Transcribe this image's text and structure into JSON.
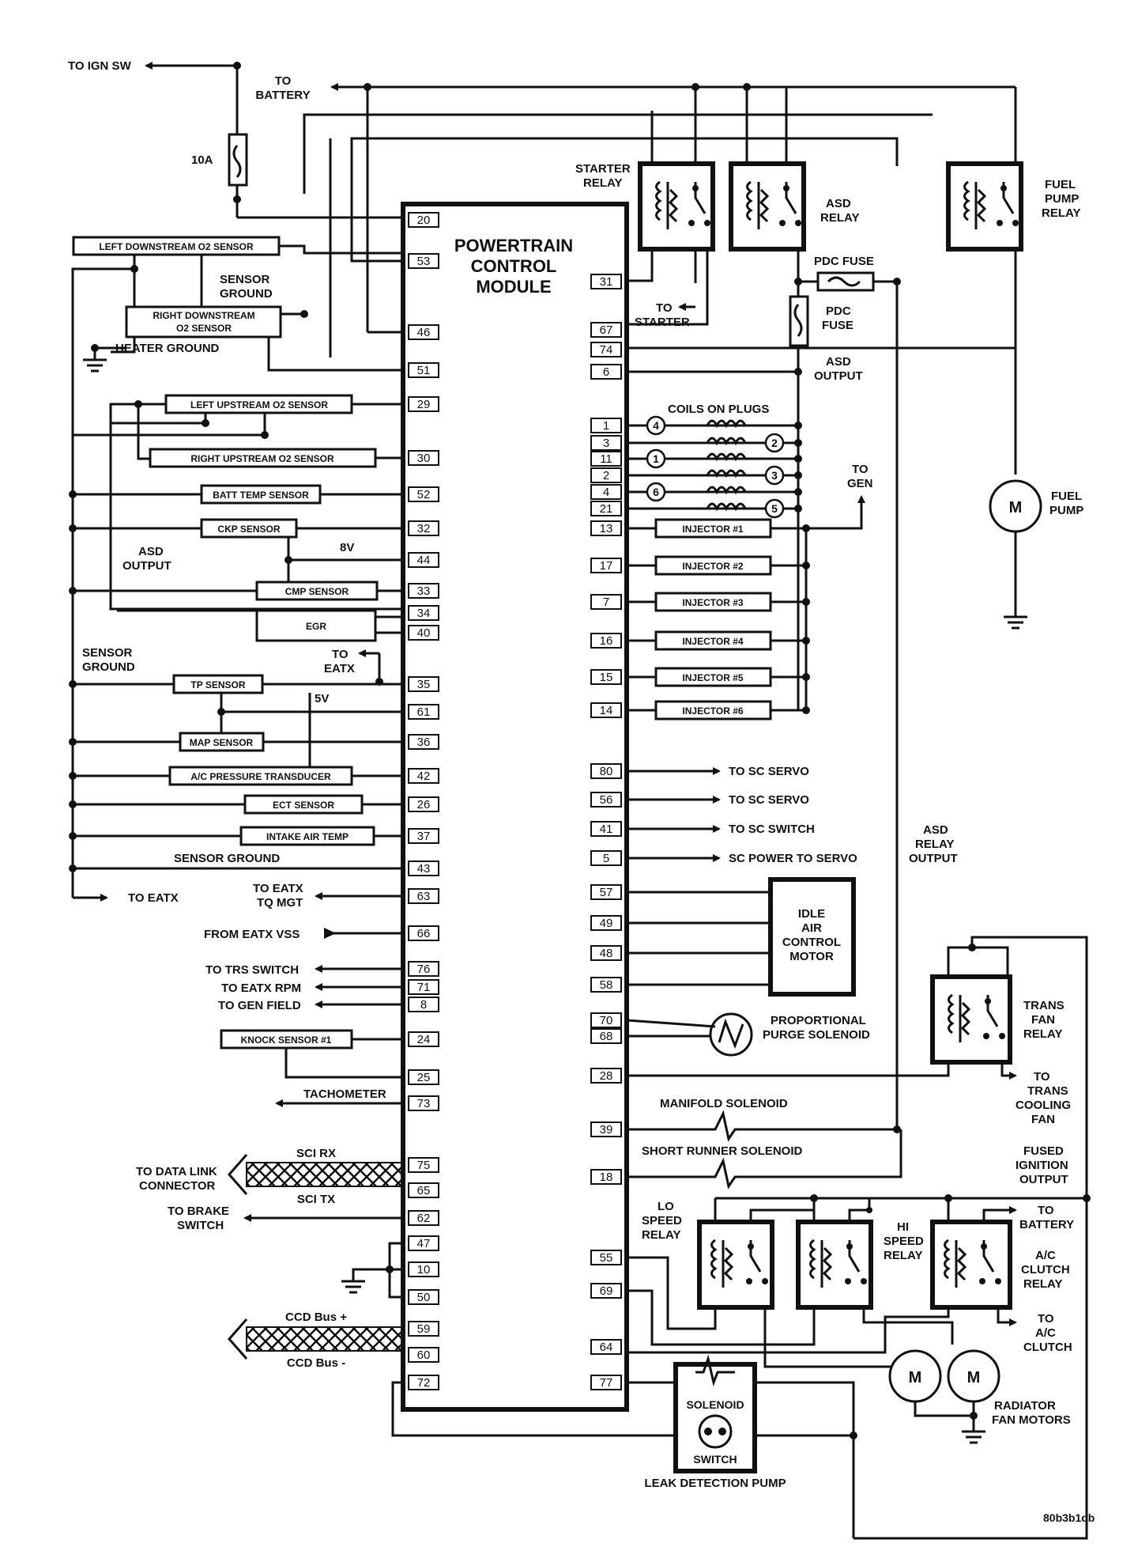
{
  "pcm": {
    "title_lines": [
      "POWERTRAIN",
      "CONTROL",
      "MODULE"
    ]
  },
  "labels": {
    "to_ign_sw": "TO IGN SW",
    "to_battery_top_1": "TO",
    "to_battery_top_2": "BATTERY",
    "fuse_10a": "10A",
    "sensor_ground_top_1": "SENSOR",
    "sensor_ground_top_2": "GROUND",
    "heater_ground": "HEATER GROUND",
    "asd_output_left_1": "ASD",
    "asd_output_left_2": "OUTPUT",
    "v8": "8V",
    "v5": "5V",
    "sensor_ground_mid_1": "SENSOR",
    "sensor_ground_mid_2": "GROUND",
    "to_eatx_a_1": "TO",
    "to_eatx_a_2": "EATX",
    "sensor_ground_bottom": "SENSOR GROUND",
    "to_eatx_left": "TO EATX",
    "to_eatx_tq_1": "TO EATX",
    "to_eatx_tq_2": "TQ MGT",
    "from_eatx_vss": "FROM EATX VSS",
    "to_trs_switch": "TO TRS SWITCH",
    "to_eatx_rpm": "TO EATX RPM",
    "to_gen_field": "TO GEN FIELD",
    "tachometer": "TACHOMETER",
    "sci_rx": "SCI RX",
    "sci_tx": "SCI TX",
    "to_dlc_1": "TO DATA LINK",
    "to_dlc_2": "CONNECTOR",
    "to_brake_1": "TO BRAKE",
    "to_brake_2": "SWITCH",
    "ccd_plus": "CCD Bus +",
    "ccd_minus": "CCD Bus -",
    "starter_relay_1": "STARTER",
    "starter_relay_2": "RELAY",
    "asd_relay_1": "ASD",
    "asd_relay_2": "RELAY",
    "fuel_pump_relay_1": "FUEL",
    "fuel_pump_relay_2": "PUMP",
    "fuel_pump_relay_3": "RELAY",
    "pdc_fuse_top": "PDC FUSE",
    "pdc_fuse_2_1": "PDC",
    "pdc_fuse_2_2": "FUSE",
    "to_starter_1": "TO",
    "to_starter_2": "STARTER",
    "asd_output_right_1": "ASD",
    "asd_output_right_2": "OUTPUT",
    "coils_on_plugs": "COILS ON PLUGS",
    "to_gen_1": "TO",
    "to_gen_2": "GEN",
    "fuel_pump_1": "FUEL",
    "fuel_pump_2": "PUMP",
    "motor_m": "M",
    "to_sc_servo_1": "TO SC SERVO",
    "to_sc_servo_2": "TO SC SERVO",
    "to_sc_switch": "TO SC SWITCH",
    "sc_power_to_servo": "SC POWER TO SERVO",
    "asd_relay_output_1": "ASD",
    "asd_relay_output_2": "RELAY",
    "asd_relay_output_3": "OUTPUT",
    "iac_1": "IDLE",
    "iac_2": "AIR",
    "iac_3": "CONTROL",
    "iac_4": "MOTOR",
    "purge_1": "PROPORTIONAL",
    "purge_2": "PURGE SOLENOID",
    "trans_fan_relay_1": "TRANS",
    "trans_fan_relay_2": "FAN",
    "trans_fan_relay_3": "RELAY",
    "to_trans_fan_1": "TO",
    "to_trans_fan_2": "TRANS",
    "to_trans_fan_3": "COOLING",
    "to_trans_fan_4": "FAN",
    "manifold_solenoid": "MANIFOLD SOLENOID",
    "short_runner_solenoid": "SHORT RUNNER SOLENOID",
    "fused_ign_1": "FUSED",
    "fused_ign_2": "IGNITION",
    "fused_ign_3": "OUTPUT",
    "lo_speed_1": "LO",
    "lo_speed_2": "SPEED",
    "lo_speed_3": "RELAY",
    "hi_speed_1": "HI",
    "hi_speed_2": "SPEED",
    "hi_speed_3": "RELAY",
    "to_battery_bottom_1": "TO",
    "to_battery_bottom_2": "BATTERY",
    "ac_clutch_relay_1": "A/C",
    "ac_clutch_relay_2": "CLUTCH",
    "ac_clutch_relay_3": "RELAY",
    "to_ac_clutch_1": "TO",
    "to_ac_clutch_2": "A/C",
    "to_ac_clutch_3": "CLUTCH",
    "radiator_fan_1": "RADIATOR",
    "radiator_fan_2": "FAN MOTORS",
    "solenoid": "SOLENOID",
    "switch": "SWITCH",
    "leak_detection_pump": "LEAK DETECTION PUMP",
    "figure_id": "80b3b1db"
  },
  "sensors": {
    "left_downstream_o2": "LEFT DOWNSTREAM O2 SENSOR",
    "right_downstream_o2_1": "RIGHT DOWNSTREAM",
    "right_downstream_o2_2": "O2 SENSOR",
    "left_upstream_o2": "LEFT UPSTREAM O2 SENSOR",
    "right_upstream_o2": "RIGHT UPSTREAM O2 SENSOR",
    "batt_temp": "BATT TEMP SENSOR",
    "ckp": "CKP SENSOR",
    "cmp": "CMP SENSOR",
    "egr": "EGR",
    "tp": "TP SENSOR",
    "map": "MAP SENSOR",
    "ac_pressure": "A/C PRESSURE TRANSDUCER",
    "ect": "ECT SENSOR",
    "intake_air_temp": "INTAKE AIR TEMP",
    "knock": "KNOCK SENSOR #1"
  },
  "injectors": [
    "INJECTOR #1",
    "INJECTOR #2",
    "INJECTOR #3",
    "INJECTOR #4",
    "INJECTOR #5",
    "INJECTOR #6"
  ],
  "coil_numbers": [
    "4",
    "2",
    "1",
    "3",
    "6",
    "5"
  ],
  "left_pins": [
    "20",
    "53",
    "46",
    "51",
    "29",
    "30",
    "52",
    "32",
    "44",
    "33",
    "34",
    "40",
    "35",
    "61",
    "36",
    "42",
    "26",
    "37",
    "43",
    "63",
    "66",
    "76",
    "71",
    "8",
    "24",
    "25",
    "73",
    "75",
    "65",
    "62",
    "47",
    "10",
    "50",
    "59",
    "60",
    "72"
  ],
  "right_pins": [
    "31",
    "67",
    "74",
    "6",
    "1",
    "3",
    "11",
    "2",
    "4",
    "21",
    "13",
    "17",
    "7",
    "16",
    "15",
    "14",
    "80",
    "56",
    "41",
    "5",
    "57",
    "49",
    "48",
    "58",
    "70",
    "68",
    "28",
    "39",
    "18",
    "55",
    "69",
    "64",
    "77"
  ]
}
